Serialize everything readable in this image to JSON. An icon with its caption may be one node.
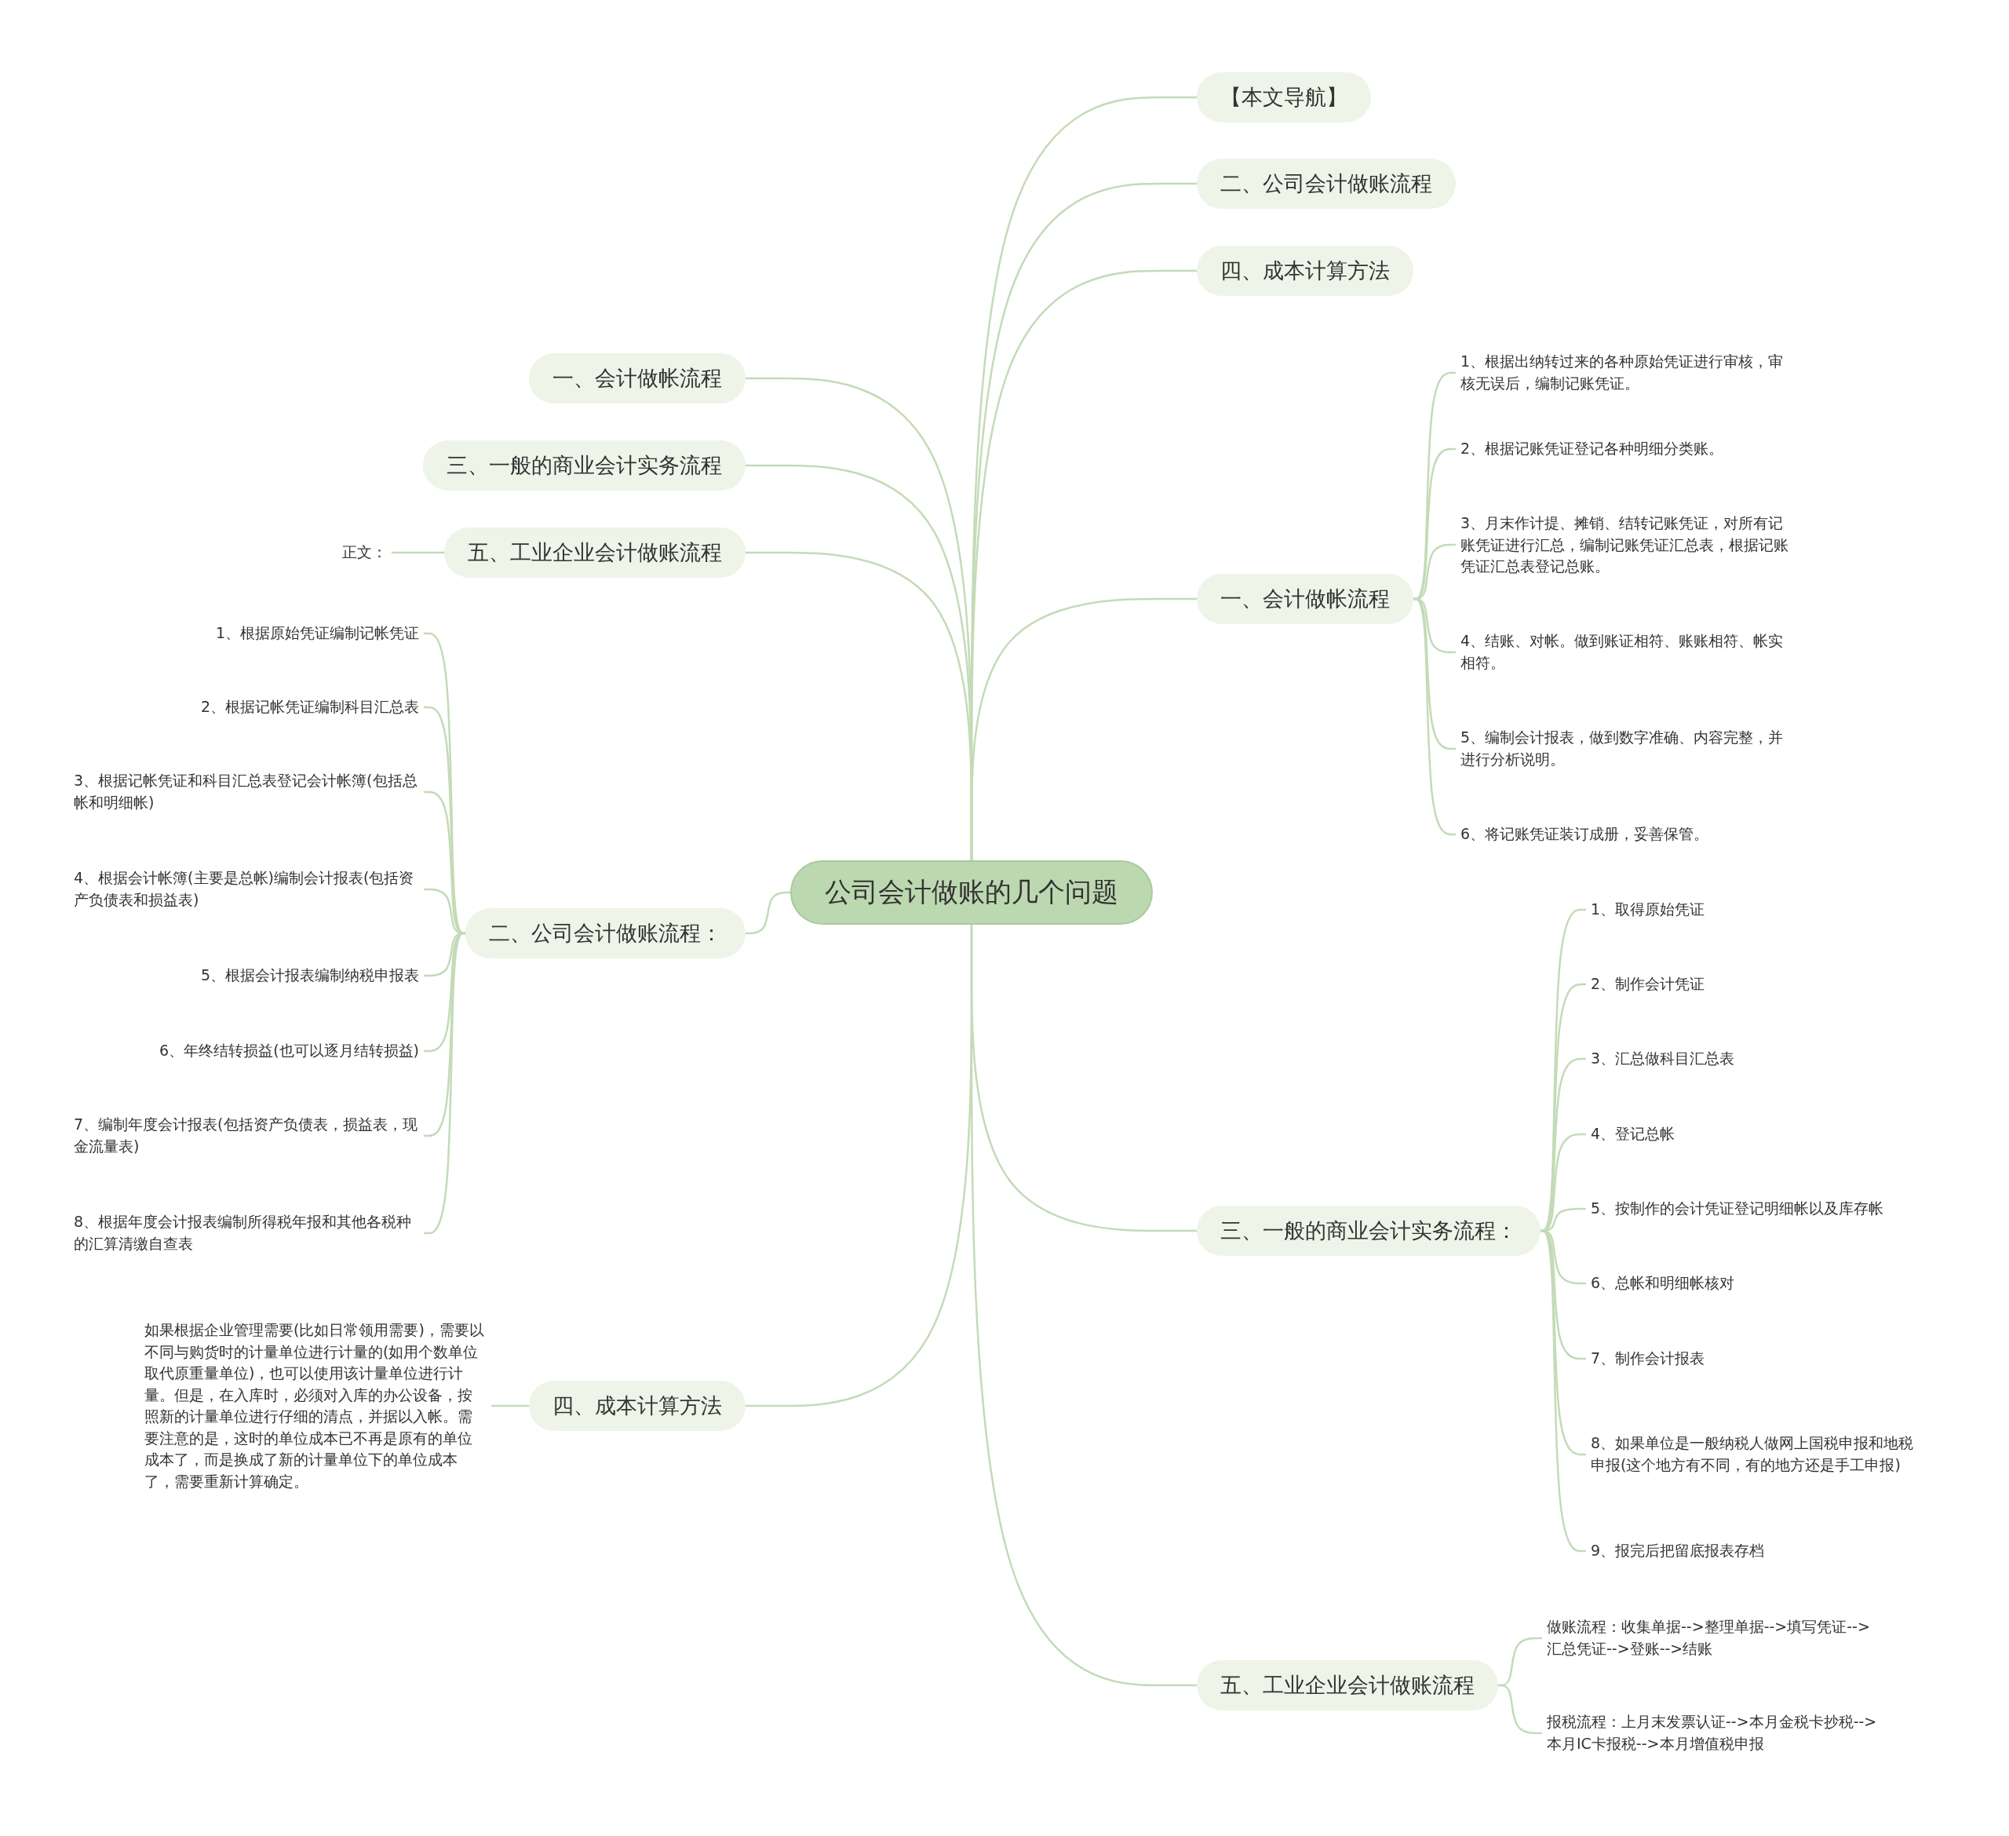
{
  "diagram": {
    "nodes": [
      {
        "text": [
          "公司会计做账的几个问题"
        ]
      },
      {
        "text": [
          "【本文导航】"
        ]
      },
      {
        "text": [
          "二、公司会计做账流程"
        ]
      },
      {
        "text": [
          "四、成本计算方法"
        ]
      },
      {
        "text": [
          "一、会计做帐流程"
        ]
      },
      {
        "text": [
          "1、根据出纳转过来的各种原始凭证进行审核，审核无误后，编制记账凭证。"
        ]
      },
      {
        "text": [
          "2、根据记账凭证登记各种明细分类账。"
        ]
      },
      {
        "text": [
          "3、月末作计提、摊销、结转记账凭证，对所有记账凭证进行汇总，编制记账凭证汇总表，根据记账凭证汇总表登记总账。"
        ]
      },
      {
        "text": [
          "4、结账、对帐。做到账证相符、账账相符、帐实相符。"
        ]
      },
      {
        "text": [
          "5、编制会计报表，做到数字准确、内容完整，并进行分析说明。"
        ]
      },
      {
        "text": [
          "6、将记账凭证装订成册，妥善保管。"
        ]
      },
      {
        "text": [
          "三、一般的商业会计实务流程："
        ]
      },
      {
        "text": [
          "1、取得原始凭证"
        ]
      },
      {
        "text": [
          "2、制作会计凭证"
        ]
      },
      {
        "text": [
          "3、汇总做科目汇总表"
        ]
      },
      {
        "text": [
          "4、登记总帐"
        ]
      },
      {
        "text": [
          "5、按制作的会计凭证登记明细帐以及库存帐"
        ]
      },
      {
        "text": [
          "6、总帐和明细帐核对"
        ]
      },
      {
        "text": [
          "7、制作会计报表"
        ]
      },
      {
        "text": [
          "8、如果单位是一般纳税人做网上国税申报和地税申报(这个地方有不同，有的地方还是手工申报)"
        ]
      },
      {
        "text": [
          "9、报完后把留底报表存档"
        ]
      },
      {
        "text": [
          "五、工业企业会计做账流程"
        ]
      },
      {
        "text": [
          "做账流程：收集单据-->整理单据-->填写凭证-->汇总凭证-->登账-->结账"
        ]
      },
      {
        "text": [
          "报税流程：上月末发票认证-->本月金税卡抄税-->本月IC卡报税-->本月增值税申报"
        ]
      },
      {
        "text": [
          "一、会计做帐流程"
        ]
      },
      {
        "text": [
          "三、一般的商业会计实务流程"
        ]
      },
      {
        "text": [
          "五、工业企业会计做账流程"
        ]
      },
      {
        "text": [
          "正文："
        ]
      },
      {
        "text": [
          "二、公司会计做账流程："
        ]
      },
      {
        "text": [
          "1、根据原始凭证编制记帐凭证"
        ]
      },
      {
        "text": [
          "2、根据记帐凭证编制科目汇总表"
        ]
      },
      {
        "text": [
          "3、根据记帐凭证和科目汇总表登记会计帐簿(包括总帐和明细帐)"
        ]
      },
      {
        "text": [
          "4、根据会计帐簿(主要是总帐)编制会计报表(包括资产负债表和损益表)"
        ]
      },
      {
        "text": [
          "5、根据会计报表编制纳税申报表"
        ]
      },
      {
        "text": [
          "6、年终结转损益(也可以逐月结转损益)"
        ]
      },
      {
        "text": [
          "7、编制年度会计报表(包括资产负债表，损益表，现金流量表)"
        ]
      },
      {
        "text": [
          "8、根据年度会计报表编制所得税年报和其他各税种的汇算清缴自查表"
        ]
      },
      {
        "text": [
          "四、成本计算方法"
        ]
      },
      {
        "text": [
          "如果根据企业管理需要(比如日常领用需要)，需要以不同与购货时的计量单位进行计量的(如用个数单位取代原重量单位)，也可以使用该计量单位进行计量。但是，在入库时，必须对入库的办公设备，按照新的计量单位进行仔细的清点，并据以入帐。需要注意的是，这时的单位成本已不再是原有的单位成本了，而是换成了新的计量单位下的单位成本了，需要重新计算确定。"
        ]
      }
    ],
    "edges": [
      {
        "from": 0,
        "to": 1,
        "arrow": "none"
      },
      {
        "from": 0,
        "to": 2,
        "arrow": "none"
      },
      {
        "from": 0,
        "to": 3,
        "arrow": "none"
      },
      {
        "from": 0,
        "to": 4,
        "arrow": "none"
      },
      {
        "from": 4,
        "to": 5,
        "arrow": "none"
      },
      {
        "from": 4,
        "to": 6,
        "arrow": "none"
      },
      {
        "from": 4,
        "to": 7,
        "arrow": "none"
      },
      {
        "from": 4,
        "to": 8,
        "arrow": "none"
      },
      {
        "from": 4,
        "to": 9,
        "arrow": "none"
      },
      {
        "from": 4,
        "to": 10,
        "arrow": "none"
      },
      {
        "from": 0,
        "to": 11,
        "arrow": "none"
      },
      {
        "from": 11,
        "to": 12,
        "arrow": "none"
      },
      {
        "from": 11,
        "to": 13,
        "arrow": "none"
      },
      {
        "from": 11,
        "to": 14,
        "arrow": "none"
      },
      {
        "from": 11,
        "to": 15,
        "arrow": "none"
      },
      {
        "from": 11,
        "to": 16,
        "arrow": "none"
      },
      {
        "from": 11,
        "to": 17,
        "arrow": "none"
      },
      {
        "from": 11,
        "to": 18,
        "arrow": "none"
      },
      {
        "from": 11,
        "to": 19,
        "arrow": "none"
      },
      {
        "from": 11,
        "to": 20,
        "arrow": "none"
      },
      {
        "from": 0,
        "to": 21,
        "arrow": "none"
      },
      {
        "from": 21,
        "to": 22,
        "arrow": "none"
      },
      {
        "from": 21,
        "to": 23,
        "arrow": "none"
      },
      {
        "from": 0,
        "to": 24,
        "arrow": "none"
      },
      {
        "from": 0,
        "to": 25,
        "arrow": "none"
      },
      {
        "from": 0,
        "to": 26,
        "arrow": "none"
      },
      {
        "from": 26,
        "to": 27,
        "arrow": "none"
      },
      {
        "from": 0,
        "to": 28,
        "arrow": "none"
      },
      {
        "from": 28,
        "to": 29,
        "arrow": "none"
      },
      {
        "from": 28,
        "to": 30,
        "arrow": "none"
      },
      {
        "from": 28,
        "to": 31,
        "arrow": "none"
      },
      {
        "from": 28,
        "to": 32,
        "arrow": "none"
      },
      {
        "from": 28,
        "to": 33,
        "arrow": "none"
      },
      {
        "from": 28,
        "to": 34,
        "arrow": "none"
      },
      {
        "from": 28,
        "to": 35,
        "arrow": "none"
      },
      {
        "from": 28,
        "to": 36,
        "arrow": "none"
      },
      {
        "from": 0,
        "to": 37,
        "arrow": "none"
      },
      {
        "from": 37,
        "to": 38,
        "arrow": "none"
      }
    ]
  }
}
